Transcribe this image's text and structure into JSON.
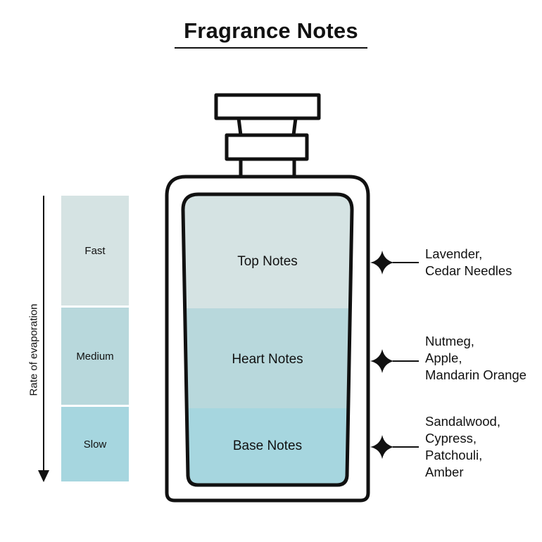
{
  "title": "Fragrance Notes",
  "axis": {
    "label": "Rate of evaporation"
  },
  "rates": [
    {
      "label": "Fast",
      "color": "#d5e3e3"
    },
    {
      "label": "Medium",
      "color": "#b8d8dc"
    },
    {
      "label": "Slow",
      "color": "#a6d6df"
    }
  ],
  "layers": [
    {
      "label": "Top Notes",
      "color": "#d5e3e3",
      "ingredients": [
        "Lavender,",
        "Cedar Needles"
      ]
    },
    {
      "label": "Heart Notes",
      "color": "#b8d8dc",
      "ingredients": [
        "Nutmeg,",
        "Apple,",
        "Mandarin Orange"
      ]
    },
    {
      "label": "Base Notes",
      "color": "#a6d6df",
      "ingredients": [
        "Sandalwood,",
        "Cypress,",
        "Patchouli,",
        "Amber"
      ]
    }
  ],
  "icons": {
    "marker": "sparkle-icon",
    "arrow": "arrow-down-icon"
  }
}
